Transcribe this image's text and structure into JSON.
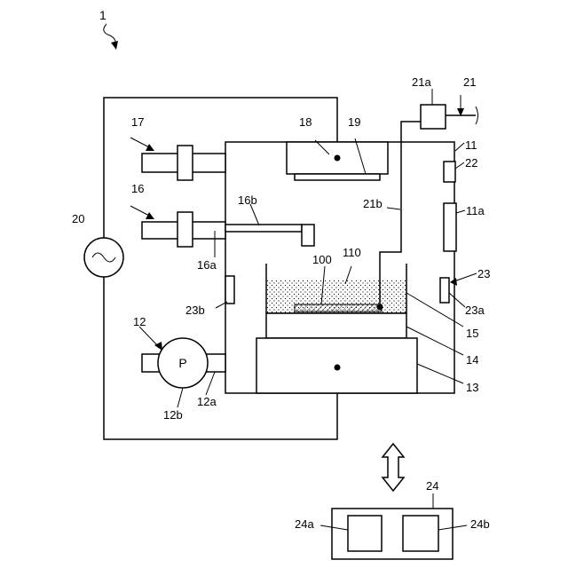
{
  "figure": {
    "ref_main": "1",
    "pump_symbol": "P",
    "labels": {
      "n11": "11",
      "n11a": "11a",
      "n12": "12",
      "n12a": "12a",
      "n12b": "12b",
      "n13": "13",
      "n14": "14",
      "n15": "15",
      "n16": "16",
      "n16a": "16a",
      "n16b": "16b",
      "n17": "17",
      "n18": "18",
      "n19": "19",
      "n20": "20",
      "n21": "21",
      "n21a": "21a",
      "n21b": "21b",
      "n22": "22",
      "n23": "23",
      "n23a": "23a",
      "n23b": "23b",
      "n24": "24",
      "n24a": "24a",
      "n24b": "24b",
      "n100": "100",
      "n110": "110"
    }
  },
  "colors": {
    "line": "#000000",
    "background": "#ffffff",
    "hatch": "#000000"
  },
  "icons": {
    "ac_source": "ac-source-icon",
    "pump": "pump-icon",
    "bidirectional": "double-arrow-icon"
  }
}
